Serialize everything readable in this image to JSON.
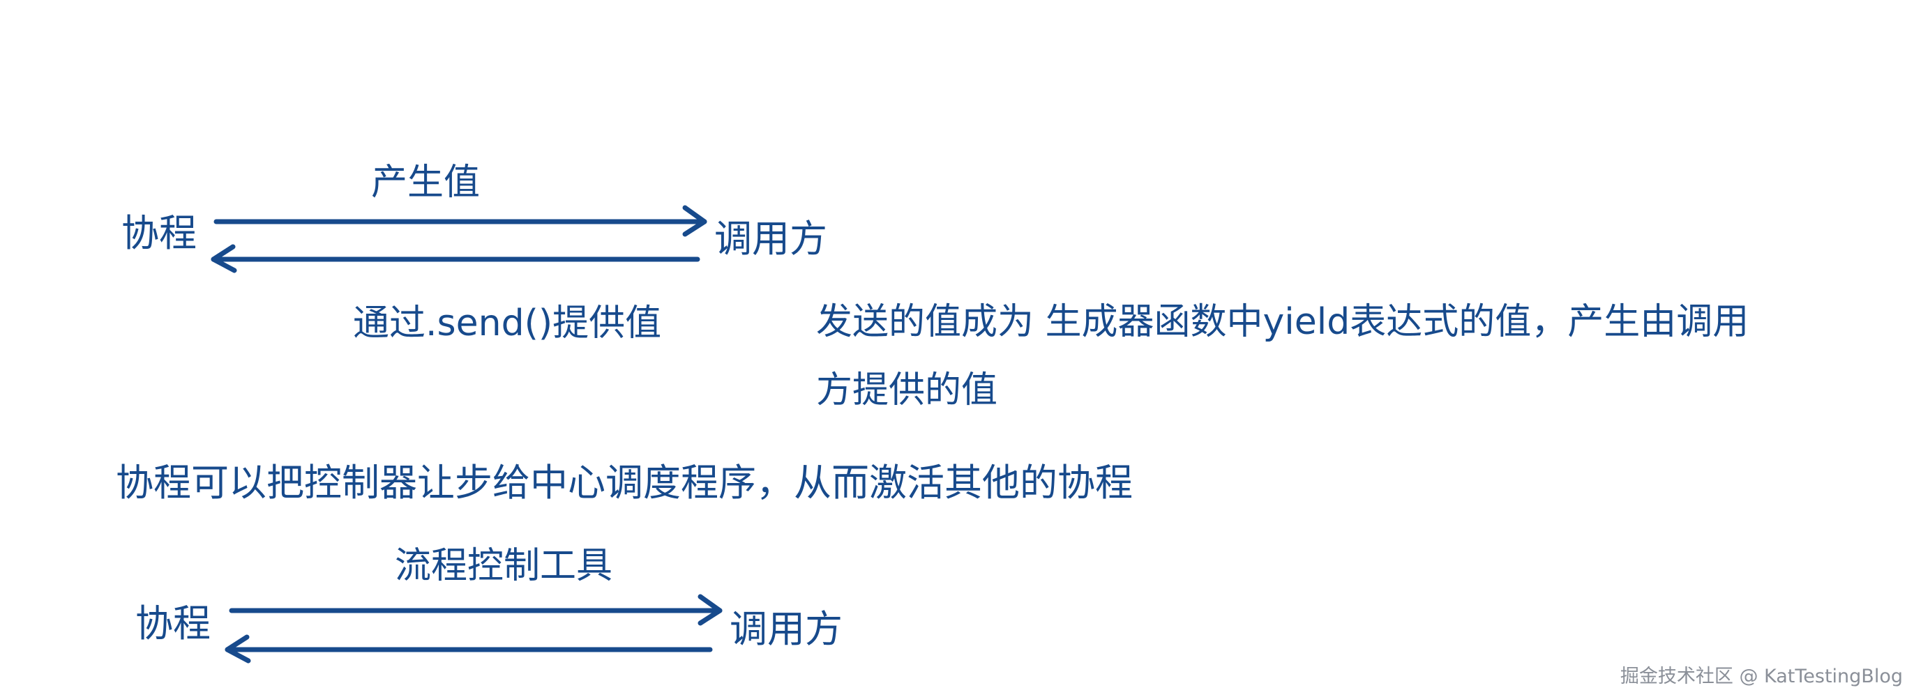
{
  "diagram1": {
    "left_label": "协程",
    "right_label": "调用方",
    "top_label": "产生值",
    "bottom_label": "通过.send()提供值",
    "note_line1": "发送的值成为 生成器函数中yield表达式的值，产生由调用",
    "note_line2": "方提供的值"
  },
  "middle_text": "协程可以把控制器让步给中心调度程序，从而激活其他的协程",
  "diagram2": {
    "left_label": "协程",
    "right_label": "调用方",
    "top_label": "流程控制工具"
  },
  "watermark": "掘金技术社区 @ KatTestingBlog",
  "colors": {
    "ink": "#174a8c",
    "watermark": "#8a8f98",
    "background": "#ffffff"
  }
}
